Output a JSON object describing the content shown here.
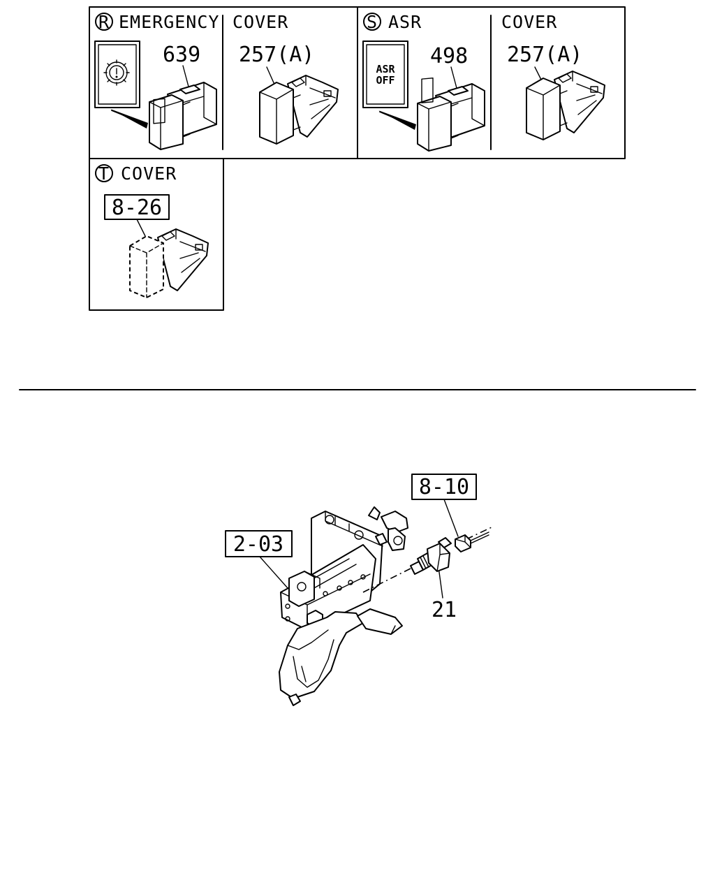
{
  "panels": {
    "emergency": {
      "letter": "R",
      "label": "EMERGENCY",
      "part": "639"
    },
    "cover_1": {
      "label": "COVER",
      "part": "257(A)"
    },
    "asr": {
      "letter": "S",
      "label": "ASR",
      "part": "498",
      "switch_text_line1": "ASR",
      "switch_text_line2": "OFF"
    },
    "cover_2": {
      "label": "COVER",
      "part": "257(A)"
    },
    "cover_t": {
      "letter": "T",
      "label": "COVER",
      "ref": "8-26"
    }
  },
  "assembly": {
    "ref_pedal": "2-03",
    "ref_connector": "8-10",
    "part_switch": "21"
  }
}
